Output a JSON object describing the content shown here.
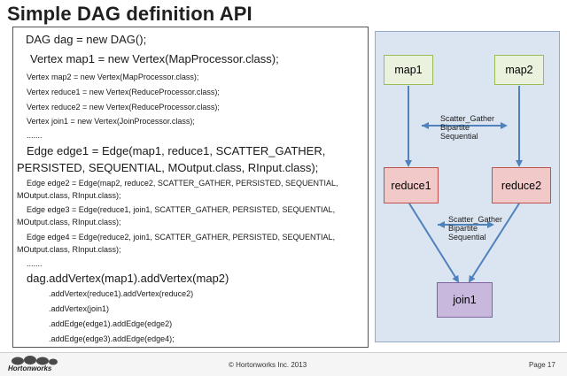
{
  "title": "Simple DAG definition API",
  "code": {
    "lines": [
      "DAG dag = new DAG();",
      "Vertex map1 = new Vertex(MapProcessor.class);",
      "Vertex map2 = new Vertex(MapProcessor.class);",
      "Vertex reduce1 = new Vertex(ReduceProcessor.class);",
      "Vertex reduce2 = new Vertex(ReduceProcessor.class);",
      "Vertex join1 = new Vertex(JoinProcessor.class);",
      ".......",
      "Edge edge1 = Edge(map1, reduce1, SCATTER_GATHER,",
      "PERSISTED, SEQUENTIAL, MOutput.class, RInput.class);",
      "Edge edge2 = Edge(map2, reduce2, SCATTER_GATHER, PERSISTED, SEQUENTIAL,",
      "MOutput.class, RInput.class);",
      "Edge edge3 = Edge(reduce1, join1, SCATTER_GATHER, PERSISTED, SEQUENTIAL,",
      "MOutput.class, RInput.class);",
      "Edge edge4 = Edge(reduce2, join1, SCATTER_GATHER, PERSISTED, SEQUENTIAL,",
      "MOutput.class, RInput.class);",
      ".......",
      "dag.addVertex(map1).addVertex(map2)",
      ".addVertex(reduce1).addVertex(reduce2)",
      ".addVertex(join1)",
      ".addEdge(edge1).addEdge(edge2)",
      ".addEdge(edge3).addEdge(edge4);"
    ]
  },
  "diagram": {
    "nodes": {
      "map1": "map1",
      "map2": "map2",
      "reduce1": "reduce1",
      "reduce2": "reduce2",
      "join1": "join1"
    },
    "edge_label_top": [
      "Scatter_Gather",
      "Bipartite",
      "Sequential"
    ],
    "edge_label_bottom": [
      "Scatter_Gather",
      "Bipartite",
      "Sequential"
    ],
    "colors": {
      "panel": "#dbe5f1",
      "vertex_map": "#eaf1dd",
      "vertex_reduce": "#f2c9c9",
      "vertex_join": "#c9b8de",
      "arrow": "#4f81bd"
    }
  },
  "footer": {
    "copyright": "© Hortonworks Inc. 2013",
    "page": "Page 17",
    "logo_text": "Hortonworks"
  }
}
